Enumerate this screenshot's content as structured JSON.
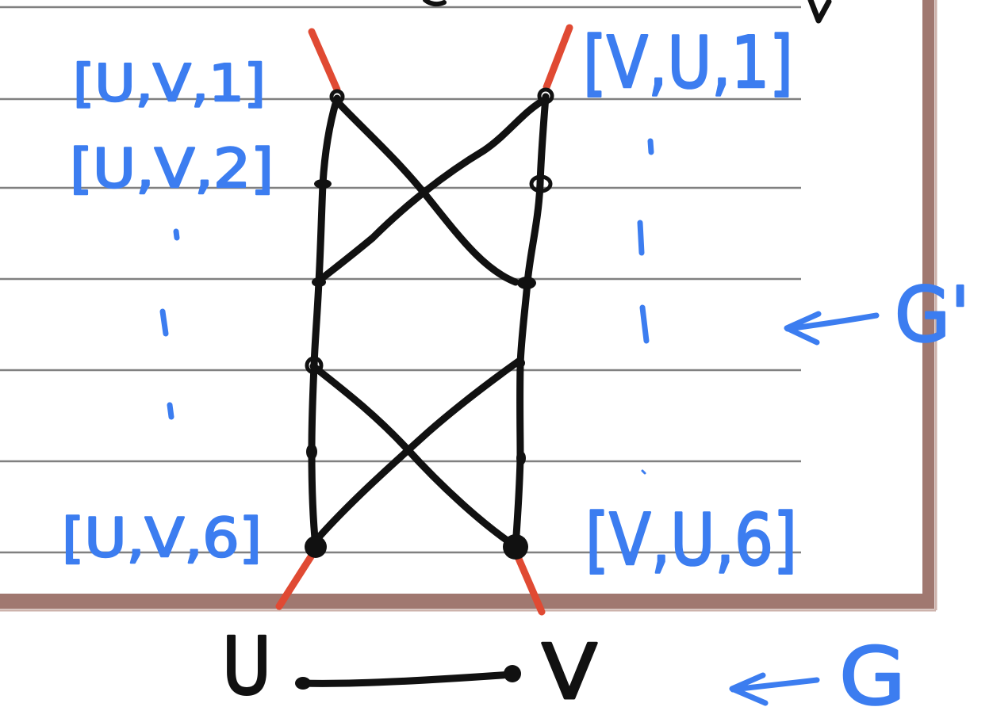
{
  "gadget_labels": {
    "u_v_1": "[U,V,1]",
    "u_v_2": "[U,V,2]",
    "u_v_6": "[U,V,6]",
    "v_u_1": "[V,U,1]",
    "v_u_6": "[V,U,6]"
  },
  "gadget_name": "G'",
  "graph": {
    "name": "G",
    "vertex_u": "U",
    "vertex_v": "V"
  },
  "colors": {
    "ink": "#111111",
    "blue": "#3c7df0",
    "red": "#e04a33",
    "ruling": "#808080",
    "border": "#a07870",
    "paper": "#ffffff"
  }
}
